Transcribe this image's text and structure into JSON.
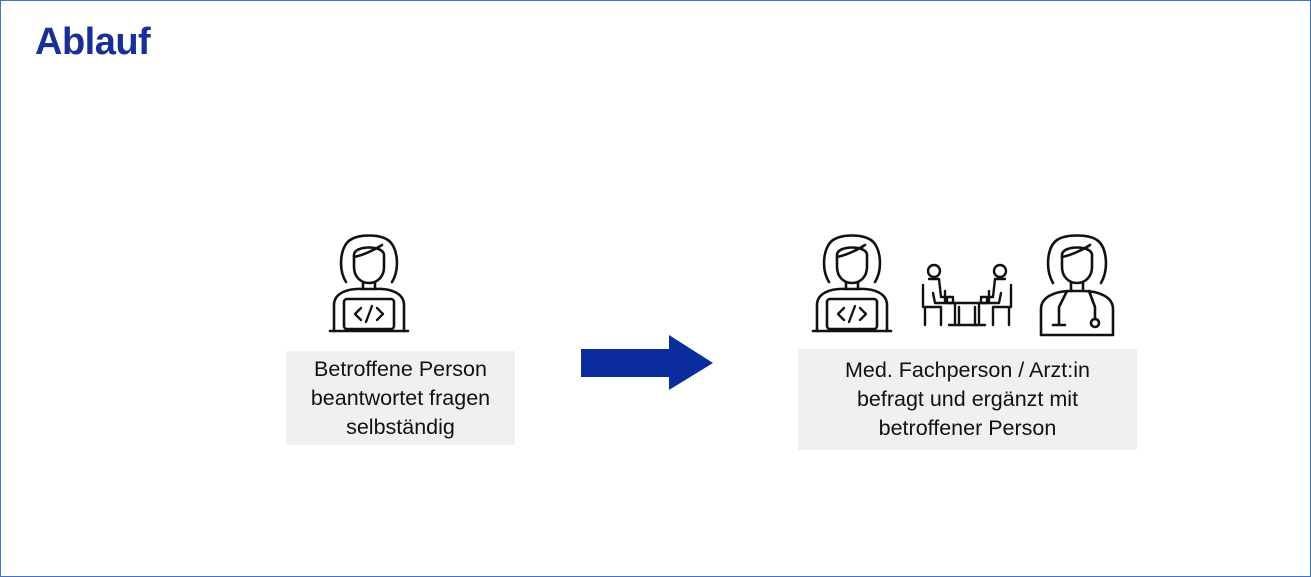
{
  "title": "Ablauf",
  "colors": {
    "accent": "#1a2f96",
    "arrow": "#0a2c9c",
    "caption_bg": "#eef0f2",
    "border": "#4472c4"
  },
  "left_step": {
    "icon": "person-with-laptop-icon",
    "caption_lines": [
      "Betroffene Person",
      "beantwortet fragen",
      "selbständig"
    ]
  },
  "flow_arrow": {
    "icon": "right-arrow-icon"
  },
  "right_step": {
    "icons": [
      "person-with-laptop-icon",
      "two-people-at-table-icon",
      "doctor-icon"
    ],
    "caption_lines": [
      "Med. Fachperson / Arzt:in",
      "befragt und ergänzt mit",
      "betroffener Person"
    ]
  }
}
